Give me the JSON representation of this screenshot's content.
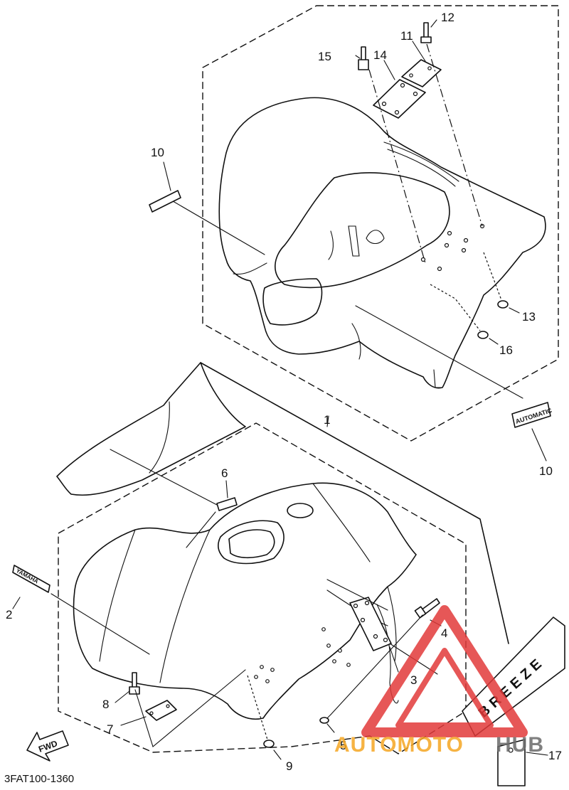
{
  "callouts": {
    "c1": "1",
    "c2": "2",
    "c3": "3",
    "c4": "4",
    "c5": "5",
    "c6": "6",
    "c7": "7",
    "c8": "8",
    "c9": "9",
    "c10a": "10",
    "c10b": "10",
    "c11": "11",
    "c12": "12",
    "c13": "13",
    "c14": "14",
    "c15": "15",
    "c16": "16",
    "c17": "17"
  },
  "diagram_code": "3FAT100-1360",
  "decals": {
    "automatic": "AUTOMATIC",
    "yamaha": "YAMAHA",
    "breeze": "BREEZE",
    "fwd": "FWD"
  },
  "watermark": {
    "part1": "AUTOMOTO",
    "part2": "HUB"
  },
  "colors": {
    "watermark_red": "#e23a3a",
    "watermark_orange": "#f5a623",
    "watermark_gray": "#6b6b6b"
  }
}
